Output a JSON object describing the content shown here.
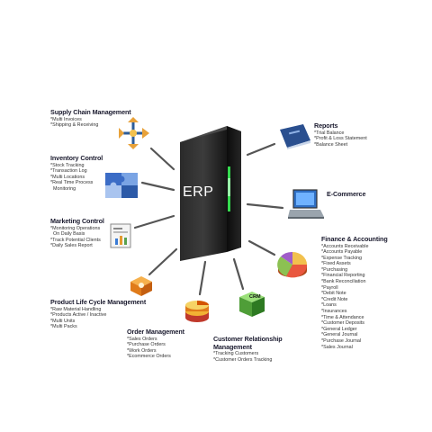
{
  "center": {
    "label": "ERP"
  },
  "modules": {
    "scm": {
      "title": "Supply Chain Management",
      "items": [
        "Multi Invoices",
        "Shipping & Receiving"
      ]
    },
    "inventory": {
      "title": "Inventory Control",
      "items": [
        "Stock Tracking",
        "Transaction Log",
        "Multi Locations",
        "Real Time Process",
        "Monitoring"
      ]
    },
    "marketing": {
      "title": "Marketing Control",
      "items": [
        "Monitoring Operations",
        "On Daily Basis",
        "Track Potential Clients",
        "Daily Sales Report"
      ]
    },
    "plm": {
      "title": "Product Life Cycle Management",
      "items": [
        "Raw Material Handling",
        "Products Active / Inactive",
        "Multi Units",
        "Multi Packs"
      ]
    },
    "order": {
      "title": "Order Management",
      "items": [
        "Sales Orders",
        "Purchase Orders",
        "Work Orders",
        "Ecommerce Orders"
      ]
    },
    "crm": {
      "title_1": "Customer Relationship",
      "title_2": "Management",
      "items": [
        "Tracking Customers",
        "Customer Orders Tracking"
      ],
      "icon_label": "CRM"
    },
    "reports": {
      "title": "Reports",
      "items": [
        "Trial Balance",
        "Profit & Loss Statement",
        "Balance Sheet"
      ]
    },
    "ecommerce": {
      "title": "E-Commerce"
    },
    "finance": {
      "title": "Finance & Accounting",
      "items": [
        "Accounts Receivable",
        "Accounts Payable",
        "Expense Tracking",
        "Fixed Assets",
        "Purchasing",
        "Financial Reporting",
        "Bank Reconciliation",
        "Payroll",
        "Debit Note",
        "Credit Note",
        "Loans",
        "Insurances",
        "Time & Attendance",
        "Customer Deposits",
        "General Ledger",
        "General Journal",
        "Purchase Journal",
        "Sales Journal"
      ]
    }
  },
  "colors": {
    "server": "#1b1b1b",
    "server_light": "#3a3a3a",
    "led": "#3cff5a",
    "connector": "#555555",
    "title": "#1a1a2e"
  }
}
